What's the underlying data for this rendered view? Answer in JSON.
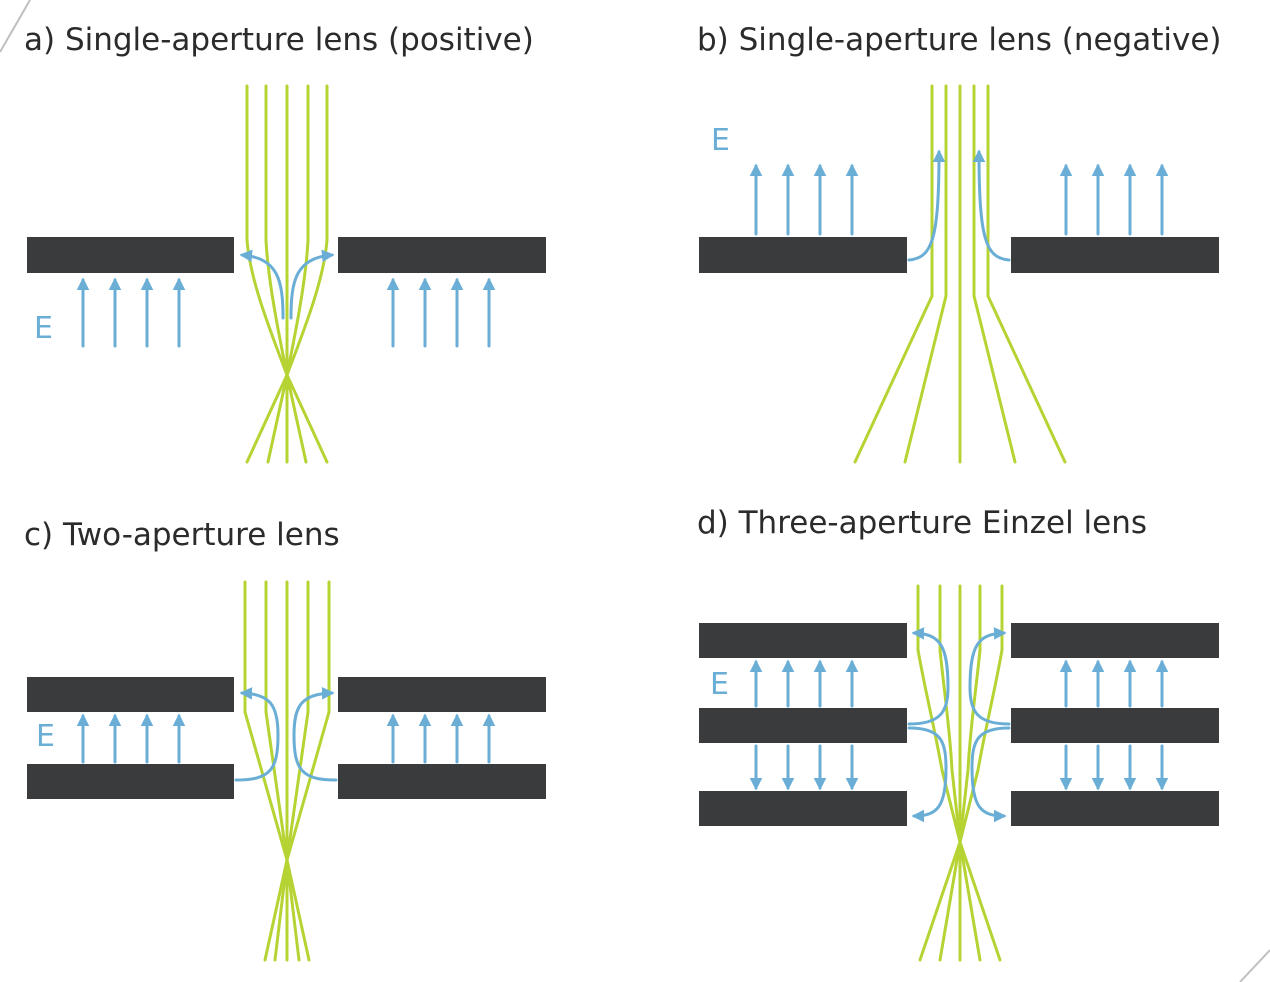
{
  "panels": {
    "a": {
      "title": "a) Single-aperture lens (positive)",
      "field_label": "E"
    },
    "b": {
      "title": "b) Single-aperture lens (negative)",
      "field_label": "E"
    },
    "c": {
      "title": "c) Two-aperture lens",
      "field_label": "E"
    },
    "d": {
      "title": "d) Three-aperture Einzel lens",
      "field_label": "E"
    }
  },
  "colors": {
    "plate": "#3a3b3d",
    "beam": "#b6d334",
    "field": "#6aaed6",
    "title": "#2b2b2b"
  }
}
